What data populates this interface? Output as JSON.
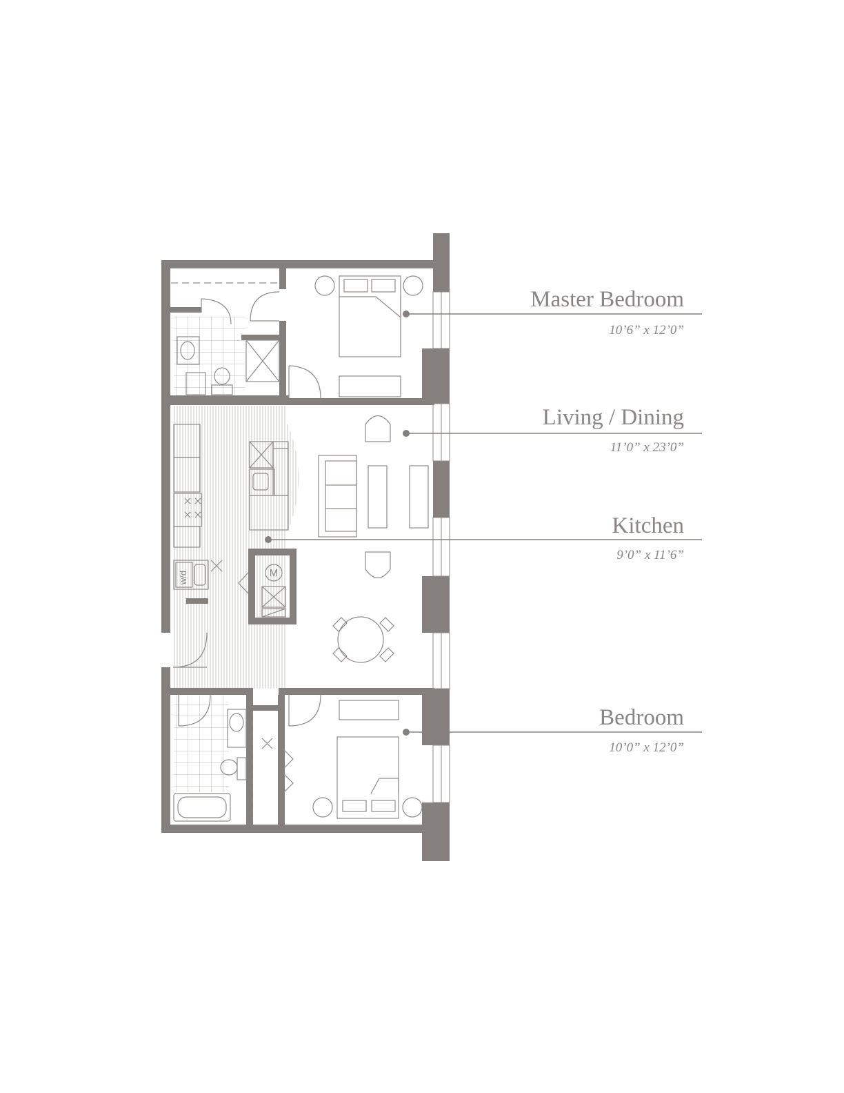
{
  "floor_plan": {
    "wall_color": "#857f7d",
    "line_color": "#8f8a88",
    "label_color": "#8a8584",
    "rooms": [
      {
        "name": "Master Bedroom",
        "dimensions": "10’6” x 12’0”"
      },
      {
        "name": "Living / Dining",
        "dimensions": "11’0” x 23’0”"
      },
      {
        "name": "Kitchen",
        "dimensions": "9’0” x 11’6”"
      },
      {
        "name": "Bedroom",
        "dimensions": "10’0” x 12’0”"
      }
    ],
    "fixture_labels": {
      "mechanical": "M",
      "washer_dryer": "w/d"
    }
  }
}
